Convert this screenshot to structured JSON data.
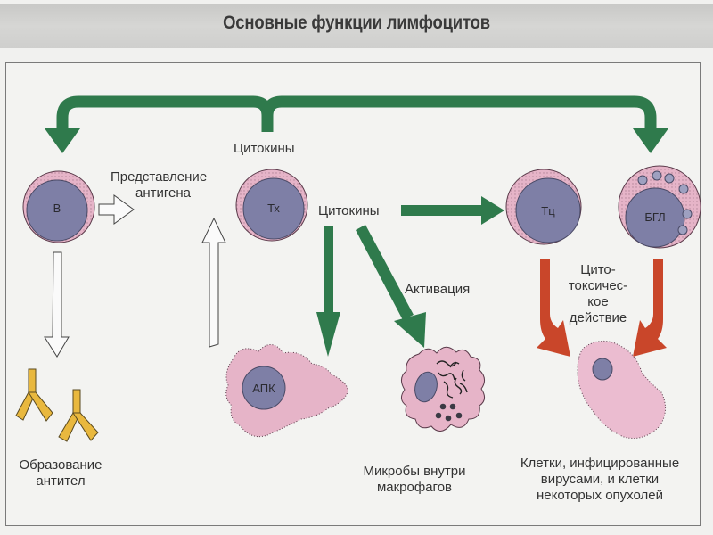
{
  "title": "Основные функции лимфоцитов",
  "colors": {
    "green_arrow": "#2f7a4c",
    "red_arrow": "#c9462a",
    "cell_membrane": "#e6b4c8",
    "nucleus": "#7e7fa6",
    "antibody": "#e9b83e",
    "target_cell": "#ebbcd0"
  },
  "cells": {
    "b": "В",
    "th": "Тх",
    "tc": "Тц",
    "lgl": "БГЛ",
    "apc": "АПК"
  },
  "labels": {
    "cytokines_top": "Цитокины",
    "cytokines_mid": "Цитокины",
    "antigen_presentation": [
      "Представление",
      "антигена"
    ],
    "activation": "Активация",
    "cytotoxic": [
      "Цито-",
      "токсичес-",
      "кое",
      "действие"
    ],
    "antibody_formation": [
      "Образование",
      "антител"
    ],
    "microbes": [
      "Микробы внутри",
      "макрофагов"
    ],
    "infected_cells": [
      "Клетки, инфицированные",
      "вирусами, и клетки",
      "некоторых опухолей"
    ]
  }
}
